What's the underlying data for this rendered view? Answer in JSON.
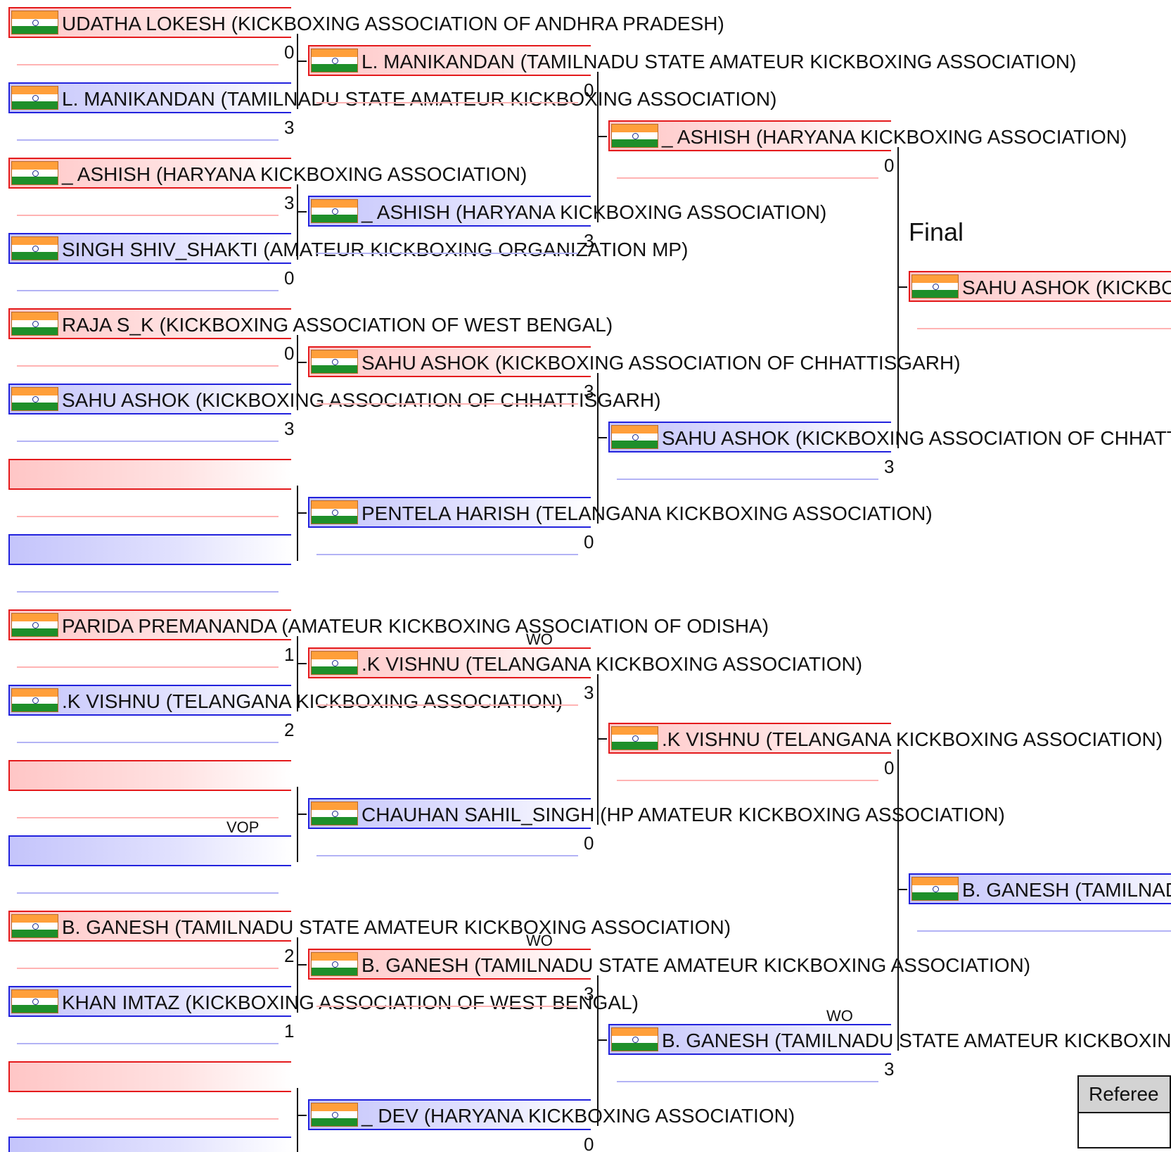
{
  "colors": {
    "red_corner": "#e41a1c",
    "blue_corner": "#2222dd",
    "connector": "#111111"
  },
  "flag_icon": "india-flag-icon",
  "final_title": "Final",
  "referees_label": "Referee",
  "round1": [
    {
      "corner": "red",
      "name": "UDATHA LOKESH (KICKBOXING ASSOCIATION OF ANDHRA PRADESH)",
      "score": "0",
      "tag": ""
    },
    {
      "corner": "blue",
      "name": "L. MANIKANDAN (TAMILNADU STATE AMATEUR KICKBOXING ASSOCIATION)",
      "score": "3",
      "tag": ""
    },
    {
      "corner": "red",
      "name": "_ ASHISH (HARYANA KICKBOXING ASSOCIATION)",
      "score": "3",
      "tag": ""
    },
    {
      "corner": "blue",
      "name": "SINGH SHIV_SHAKTI (AMATEUR KICKBOXING ORGANIZATION MP)",
      "score": "0",
      "tag": ""
    },
    {
      "corner": "red",
      "name": "RAJA S_K (KICKBOXING ASSOCIATION OF WEST BENGAL)",
      "score": "0",
      "tag": ""
    },
    {
      "corner": "blue",
      "name": "SAHU ASHOK (KICKBOXING ASSOCIATION OF CHHATTISGARH)",
      "score": "3",
      "tag": ""
    },
    {
      "corner": "red",
      "name": "",
      "score": "",
      "tag": ""
    },
    {
      "corner": "blue",
      "name": "",
      "score": "",
      "tag": ""
    },
    {
      "corner": "red",
      "name": "PARIDA PREMANANDA (AMATEUR KICKBOXING ASSOCIATION OF ODISHA)",
      "score": "1",
      "tag": ""
    },
    {
      "corner": "blue",
      "name": ".K VISHNU (TELANGANA KICKBOXING ASSOCIATION)",
      "score": "2",
      "tag": ""
    },
    {
      "corner": "red",
      "name": "",
      "score": "",
      "tag": ""
    },
    {
      "corner": "blue",
      "name": "",
      "score": "",
      "tag": "VOP"
    },
    {
      "corner": "red",
      "name": "B. GANESH (TAMILNADU STATE AMATEUR KICKBOXING ASSOCIATION)",
      "score": "2",
      "tag": ""
    },
    {
      "corner": "blue",
      "name": "KHAN IMTAZ (KICKBOXING ASSOCIATION OF WEST BENGAL)",
      "score": "1",
      "tag": ""
    },
    {
      "corner": "red",
      "name": "",
      "score": "",
      "tag": ""
    },
    {
      "corner": "blue",
      "name": "",
      "score": "",
      "tag": ""
    }
  ],
  "round2": [
    {
      "corner": "red",
      "name": "L. MANIKANDAN (TAMILNADU STATE AMATEUR KICKBOXING ASSOCIATION)",
      "score": "0",
      "tag": ""
    },
    {
      "corner": "blue",
      "name": "_ ASHISH (HARYANA KICKBOXING ASSOCIATION)",
      "score": "3",
      "tag": ""
    },
    {
      "corner": "red",
      "name": "SAHU ASHOK (KICKBOXING ASSOCIATION OF CHHATTISGARH)",
      "score": "3",
      "tag": ""
    },
    {
      "corner": "blue",
      "name": "PENTELA HARISH (TELANGANA KICKBOXING ASSOCIATION)",
      "score": "0",
      "tag": ""
    },
    {
      "corner": "red",
      "name": ".K VISHNU (TELANGANA KICKBOXING ASSOCIATION)",
      "score": "3",
      "tag": "WO"
    },
    {
      "corner": "blue",
      "name": "CHAUHAN SAHIL_SINGH (HP AMATEUR KICKBOXING ASSOCIATION)",
      "score": "0",
      "tag": ""
    },
    {
      "corner": "red",
      "name": "B. GANESH (TAMILNADU STATE AMATEUR KICKBOXING ASSOCIATION)",
      "score": "3",
      "tag": "WO"
    },
    {
      "corner": "blue",
      "name": "_ DEV (HARYANA KICKBOXING ASSOCIATION)",
      "score": "0",
      "tag": ""
    }
  ],
  "round3": [
    {
      "corner": "red",
      "name": "_ ASHISH (HARYANA KICKBOXING ASSOCIATION)",
      "score": "0",
      "tag": ""
    },
    {
      "corner": "blue",
      "name": "SAHU ASHOK (KICKBOXING ASSOCIATION OF CHHATTISGARH)",
      "score": "3",
      "tag": ""
    },
    {
      "corner": "red",
      "name": ".K VISHNU (TELANGANA KICKBOXING ASSOCIATION)",
      "score": "0",
      "tag": ""
    },
    {
      "corner": "blue",
      "name": "B. GANESH (TAMILNADU STATE AMATEUR KICKBOXING ASSOCIATION)",
      "score": "3",
      "tag": "WO"
    }
  ],
  "round4": [
    {
      "corner": "red",
      "name": "SAHU ASHOK (KICKBOXING ASSOCIATION OF CHHATTISGARH)",
      "score": "",
      "tag": ""
    },
    {
      "corner": "blue",
      "name": "B. GANESH (TAMILNADU STATE AMATEUR KICKBOXING ASSOCIATION)",
      "score": "",
      "tag": ""
    }
  ]
}
